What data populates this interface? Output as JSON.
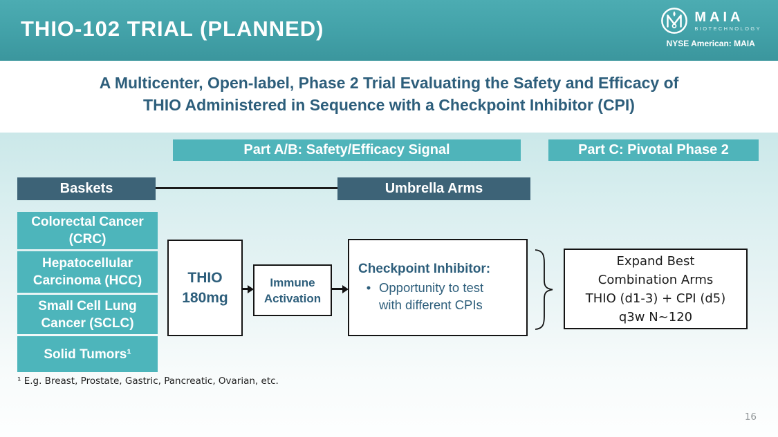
{
  "colors": {
    "header_teal": "#42a1a8",
    "accent_teal": "#4fb4ba",
    "dark_slate": "#3d6377",
    "title_blue": "#2d5e7b"
  },
  "header": {
    "title": "THIO-102 TRIAL (PLANNED)",
    "brand_name": "MAIA",
    "brand_sub": "BIOTECHNOLOGY",
    "ticker": "NYSE American: MAIA"
  },
  "subtitle": {
    "line1": "A Multicenter, Open-label, Phase 2 Trial Evaluating the Safety and Efficacy of",
    "line2": "THIO Administered in Sequence with a Checkpoint Inhibitor (CPI)"
  },
  "sections": {
    "part_ab_label": "Part A/B: Safety/Efficacy Signal",
    "part_c_label": "Part C: Pivotal Phase 2"
  },
  "diagram": {
    "baskets_header": "Baskets",
    "umbrella_header": "Umbrella Arms",
    "baskets": [
      "Colorectal Cancer (CRC)",
      "Hepatocellular Carcinoma (HCC)",
      "Small Cell Lung Cancer (SCLC)",
      "Solid Tumors¹"
    ],
    "thio": {
      "lines": [
        "THIO",
        "180mg"
      ]
    },
    "immune": {
      "lines": [
        "Immune",
        "Activation"
      ]
    },
    "checkpoint": {
      "title": "Checkpoint Inhibitor:",
      "bullet_marker": "•",
      "bullet_text": "Opportunity to test with different CPIs"
    },
    "expand": {
      "lines": [
        "Expand Best",
        "Combination Arms",
        "THIO (d1-3) + CPI (d5)",
        "q3w N~120"
      ]
    }
  },
  "footnote": "¹ E.g. Breast, Prostate, Gastric, Pancreatic, Ovarian, etc.",
  "page_number": "16"
}
